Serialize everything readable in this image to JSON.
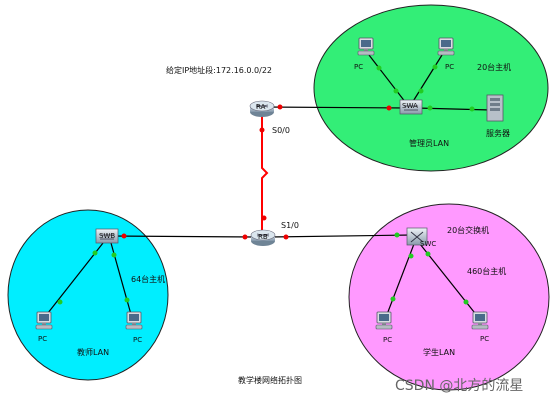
{
  "texts": {
    "ip_range": "给定IP地址段:172.16.0.0/22",
    "ra": "RA",
    "rb": "RB",
    "swa": "SWA",
    "swb": "SWB",
    "swc": "SWC",
    "s00": "S0/0",
    "s10": "S1/0",
    "pc": "PC",
    "hosts_a": "20台主机",
    "server": "服务器",
    "lan_admin": "管理员LAN",
    "hosts_b": "64台主机",
    "lan_teacher": "教师LAN",
    "switches_c": "20台交换机",
    "hosts_c": "460台主机",
    "lan_student": "学生LAN",
    "caption": "教学楼网络拓扑图",
    "watermark": "CSDN @北方的流星"
  },
  "colors": {
    "zone_admin": "#33ee77",
    "zone_teacher": "#00eeff",
    "zone_student": "#ff99ff",
    "serial_link": "#ff0000",
    "ethernet_link": "#000000",
    "port_up": "#22cc22",
    "port_red": "#ee0000"
  },
  "icons": {
    "router": "router-icon",
    "switch": "switch-icon",
    "multilayer_switch": "multilayer-switch-icon",
    "pc": "pc-icon",
    "server": "server-icon"
  }
}
